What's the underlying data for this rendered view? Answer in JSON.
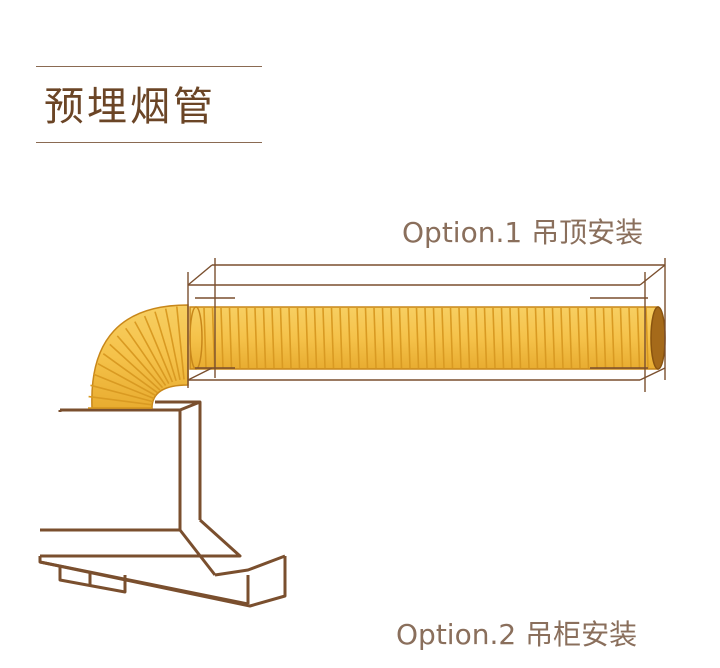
{
  "title": "预埋烟管",
  "options": {
    "option1": "Option.1 吊顶安装",
    "option2": "Option.2 吊柜安装"
  },
  "colors": {
    "title_text": "#6b4526",
    "label_text": "#8a6f5c",
    "outline": "#7a4f2e",
    "duct_fill": "#f5c24a",
    "duct_rib": "#d99a22",
    "duct_end": "#a56a1a"
  }
}
